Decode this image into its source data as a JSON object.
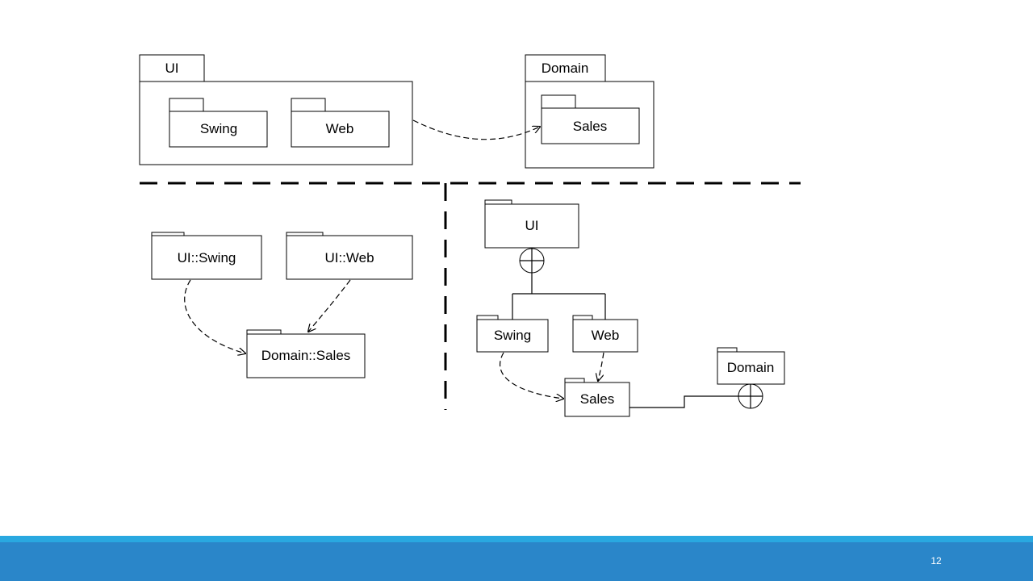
{
  "labels": {
    "ui": "UI",
    "domain": "Domain",
    "swing": "Swing",
    "web": "Web",
    "sales": "Sales",
    "ui_swing": "UI::Swing",
    "ui_web": "UI::Web",
    "domain_sales": "Domain::Sales"
  },
  "footer": {
    "slide_number": "12",
    "accent_color": "#29a8e0",
    "bar_color": "#2a86c9"
  }
}
